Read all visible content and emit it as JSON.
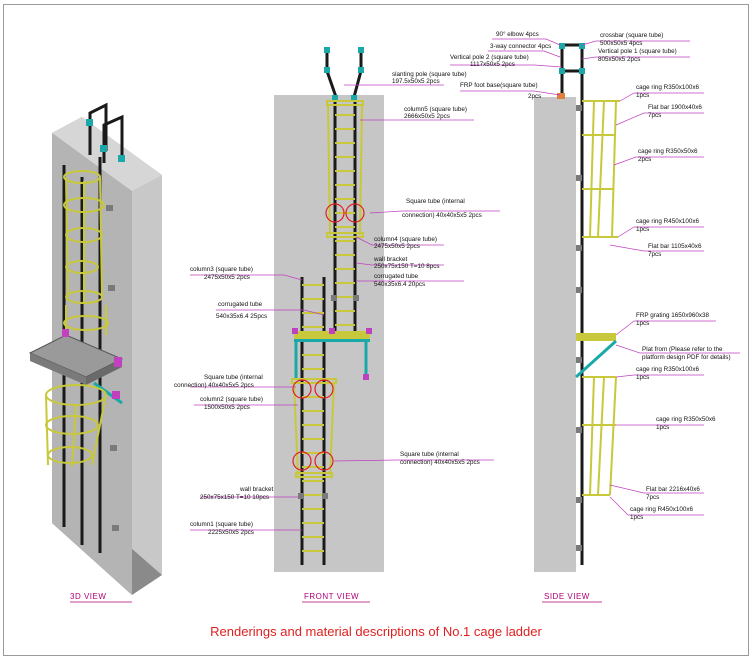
{
  "caption": "Renderings and material descriptions of No.1 cage ladder",
  "views": {
    "v3d": "3D VIEW",
    "front": "FRONT VIEW",
    "side": "SIDE VIEW"
  },
  "front": {
    "slant_l1": "slanting pole (square tube)",
    "slant_l2": "197.5x50x5 2pcs",
    "c5_l1": "column5 (square tube)",
    "c5_l2": "2666x50x5 2pcs",
    "sq1_l1": "Square tube (internal",
    "sq1_l2": "connection) 40x40x5x5 2pcs",
    "c4_l1": "column4 (square tube)",
    "c4_l2": "2475x50x5 2pcs",
    "wb1_l1": "wall bracket",
    "wb1_l2": "250x75x150 T=10 8pcs",
    "ct1_l1": "corrugated tube",
    "ct1_l2": "540x35x6.4 20pcs",
    "c3_l1": "column3 (square tube)",
    "c3_l2": "2475x50x5 2pcs",
    "ct2_l1": "corrugated tube",
    "ct2_l2": "540x35x6.4 25pcs",
    "sq2_l1": "Square tube (internal",
    "sq2_l2": "connection) 40x40x5x5 2pcs",
    "c2_l1": "column2 (square tube)",
    "c2_l2": "1500x50x5 2pcs",
    "sq3_l1": "Square tube (internal",
    "sq3_l2": "connection) 40x40x5x5 2pcs",
    "wb2_l1": "wall bracket",
    "wb2_l2": "250x75x150 T=10 10pcs",
    "c1_l1": "column1 (square tube)",
    "c1_l2": "2225x50x5 2pcs"
  },
  "side": {
    "elbow": "90° elbow 4pcs",
    "way3": "3-way connector 4pcs",
    "vp2_l1": "Vertical pole 2 (square tube)",
    "vp2_l2": "1117x50x5 2pcs",
    "frp_l1": "FRP foot base(square tube)",
    "frp_l2": "2pcs",
    "cross_l1": "crossbar (square tube)",
    "cross_l2": "500x50x5 4pcs",
    "vp1_l1": "Vertical pole 1 (square tube)",
    "vp1_l2": "805x50x5 2pcs",
    "cr1_l1": "cage ring R350x100x6",
    "cr1_l2": "1pcs",
    "fb1_l1": "Flat bar 1900x40x6",
    "fb1_l2": "7pcs",
    "cr2_l1": "cage ring R350x50x6",
    "cr2_l2": "2pcs",
    "cr3_l1": "cage ring R450x100x6",
    "cr3_l2": "1pcs",
    "fb2_l1": "Flat bar 1105x40x6",
    "fb2_l2": "7pcs",
    "grat_l1": "FRP grating 1650x960x38",
    "grat_l2": "1pcs",
    "plat_l1": "Plat from (Please refer to the",
    "plat_l2": "platform design PDF for details)",
    "cr4_l1": "cage ring R350x100x6",
    "cr4_l2": "1pcs",
    "cr5_l1": "cage ring R350x50x6",
    "cr5_l2": "1pcs",
    "fb3_l1": "Flat bar 2216x40x6",
    "fb3_l2": "7pcs",
    "cr6_l1": "cage ring R450x100x6",
    "cr6_l2": "1pcs"
  }
}
